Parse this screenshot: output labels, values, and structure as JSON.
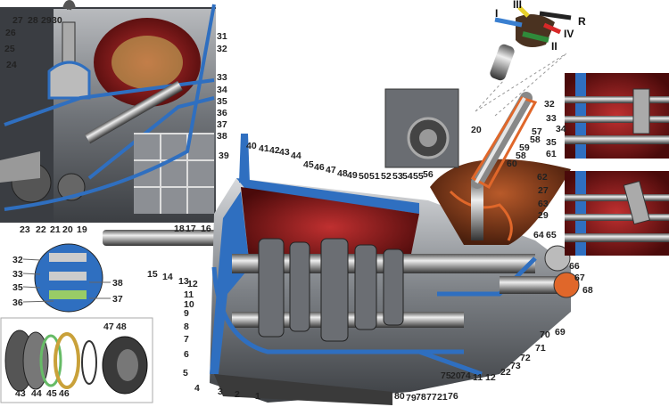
{
  "labels": [
    "27",
    "28",
    "29",
    "30",
    "26",
    "25",
    "24",
    "31",
    "32",
    "33",
    "34",
    "35",
    "36",
    "37",
    "38",
    "39",
    "23",
    "22",
    "21",
    "20",
    "19",
    "18",
    "17",
    "16",
    "40",
    "41",
    "42",
    "43",
    "44",
    "45",
    "46",
    "47",
    "48",
    "49",
    "50",
    "51",
    "52",
    "53",
    "54",
    "55",
    "56",
    "20",
    "57",
    "58",
    "59",
    "58",
    "60",
    "62",
    "27",
    "63",
    "29",
    "64",
    "65",
    "32",
    "33",
    "34",
    "35",
    "61",
    "66",
    "67",
    "68",
    "69",
    "70",
    "71",
    "72",
    "73",
    "22",
    "12",
    "11",
    "75",
    "20",
    "74",
    "76",
    "21",
    "77",
    "78",
    "79",
    "80",
    "1",
    "2",
    "3",
    "4",
    "5",
    "6",
    "7",
    "8",
    "9",
    "10",
    "11",
    "12",
    "13",
    "14",
    "15",
    "32",
    "33",
    "35",
    "36",
    "38",
    "37",
    "43",
    "44",
    "45",
    "46",
    "47",
    "48"
  ],
  "gear_positions": [
    "I",
    "III",
    "R",
    "IV",
    "II"
  ],
  "colors": {
    "housing_cut": "#2f6fc0",
    "interior": "#8a1a1a",
    "metal": "#8e9298",
    "boot": "#e0672a",
    "gear_I": "#3a7fd0",
    "gear_III": "#e8d02a",
    "gear_R": "#222222",
    "gear_IV": "#d82828",
    "gear_II": "#2f8a3a"
  }
}
